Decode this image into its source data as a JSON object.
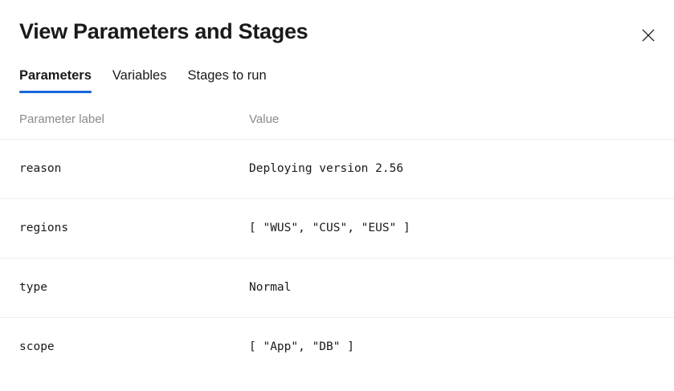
{
  "dialog": {
    "title": "View Parameters and Stages",
    "close_icon": "close-icon",
    "close_label": "Close"
  },
  "tabs": [
    {
      "label": "Parameters",
      "active": true
    },
    {
      "label": "Variables",
      "active": false
    },
    {
      "label": "Stages to run",
      "active": false
    }
  ],
  "table": {
    "columns": [
      "Parameter label",
      "Value"
    ],
    "rows": [
      {
        "label": "reason",
        "value": "Deploying version 2.56"
      },
      {
        "label": "regions",
        "value": "[ \"WUS\", \"CUS\", \"EUS\" ]"
      },
      {
        "label": "type",
        "value": "Normal"
      },
      {
        "label": "scope",
        "value": "[ \"App\", \"DB\" ]"
      }
    ]
  },
  "colors": {
    "accent": "#1668dc",
    "text": "#1a1a1a",
    "muted": "#8a8a8a",
    "divider": "#eceded",
    "background": "#ffffff"
  }
}
